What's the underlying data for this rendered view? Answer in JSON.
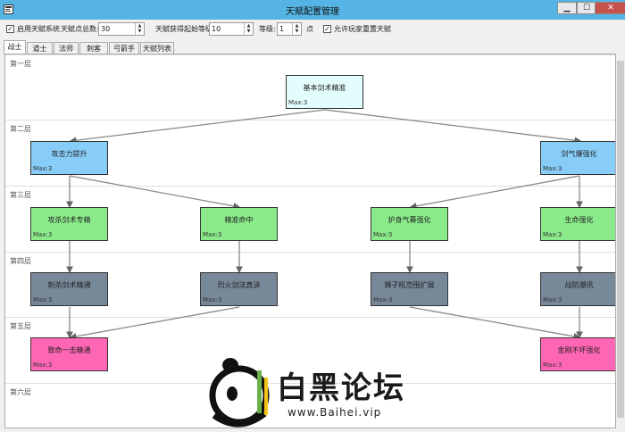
{
  "window": {
    "title": "天赋配置管理",
    "minimize": "▁",
    "maximize": "☐",
    "close": "✕"
  },
  "toolbar": {
    "enable_label": "启用天赋系统",
    "enable_checked": "✓",
    "total_points_label": "天赋点总数:",
    "total_points_value": "30",
    "start_level_label": "天赋获得起始等级:",
    "start_level_value": "10",
    "grade_label": "等级:",
    "grade_value": "1",
    "points_unit": "点",
    "reset_label": "允许玩家重置天赋",
    "reset_checked": "✓"
  },
  "tabs": [
    {
      "label": "战士"
    },
    {
      "label": "道士"
    },
    {
      "label": "法师"
    },
    {
      "label": "刺客"
    },
    {
      "label": "弓箭手"
    },
    {
      "label": "天赋列表"
    }
  ],
  "layers": [
    {
      "label": "第一层"
    },
    {
      "label": "第二层"
    },
    {
      "label": "第三层"
    },
    {
      "label": "第四层"
    },
    {
      "label": "第五层"
    },
    {
      "label": "第六层"
    }
  ],
  "nodes": {
    "root": {
      "name": "基本剑术精准",
      "max": "Max:3"
    },
    "l2a": {
      "name": "攻击力提升",
      "max": "Max:3"
    },
    "l2b": {
      "name": "剑气爆强化",
      "max": "Max:3"
    },
    "l3a": {
      "name": "攻杀剑术专精",
      "max": "Max:3"
    },
    "l3b": {
      "name": "精准命中",
      "max": "Max:3"
    },
    "l3c": {
      "name": "护身气幕强化",
      "max": "Max:3"
    },
    "l3d": {
      "name": "生命强化",
      "max": "Max:3"
    },
    "l4a": {
      "name": "刺杀剑术精通",
      "max": "Max:3"
    },
    "l4b": {
      "name": "烈火剑法真诀",
      "max": "Max:3"
    },
    "l4c": {
      "name": "狮子吼范围扩展",
      "max": "Max:3"
    },
    "l4d": {
      "name": "战防潮讯",
      "max": "Max:3"
    },
    "l5a": {
      "name": "致命一击精通",
      "max": "Max:3"
    },
    "l5b": {
      "name": "金刚不坏强化",
      "max": "Max:3"
    }
  },
  "colors": {
    "root": "#e3fdfd",
    "blue": "#87cdf7",
    "green": "#8aea8a",
    "gray": "#778899",
    "pink": "#ff66b4",
    "titlebar": "#56b4e4"
  },
  "watermark": {
    "text": "白黑论坛",
    "url": "www.Baihei.vip"
  }
}
